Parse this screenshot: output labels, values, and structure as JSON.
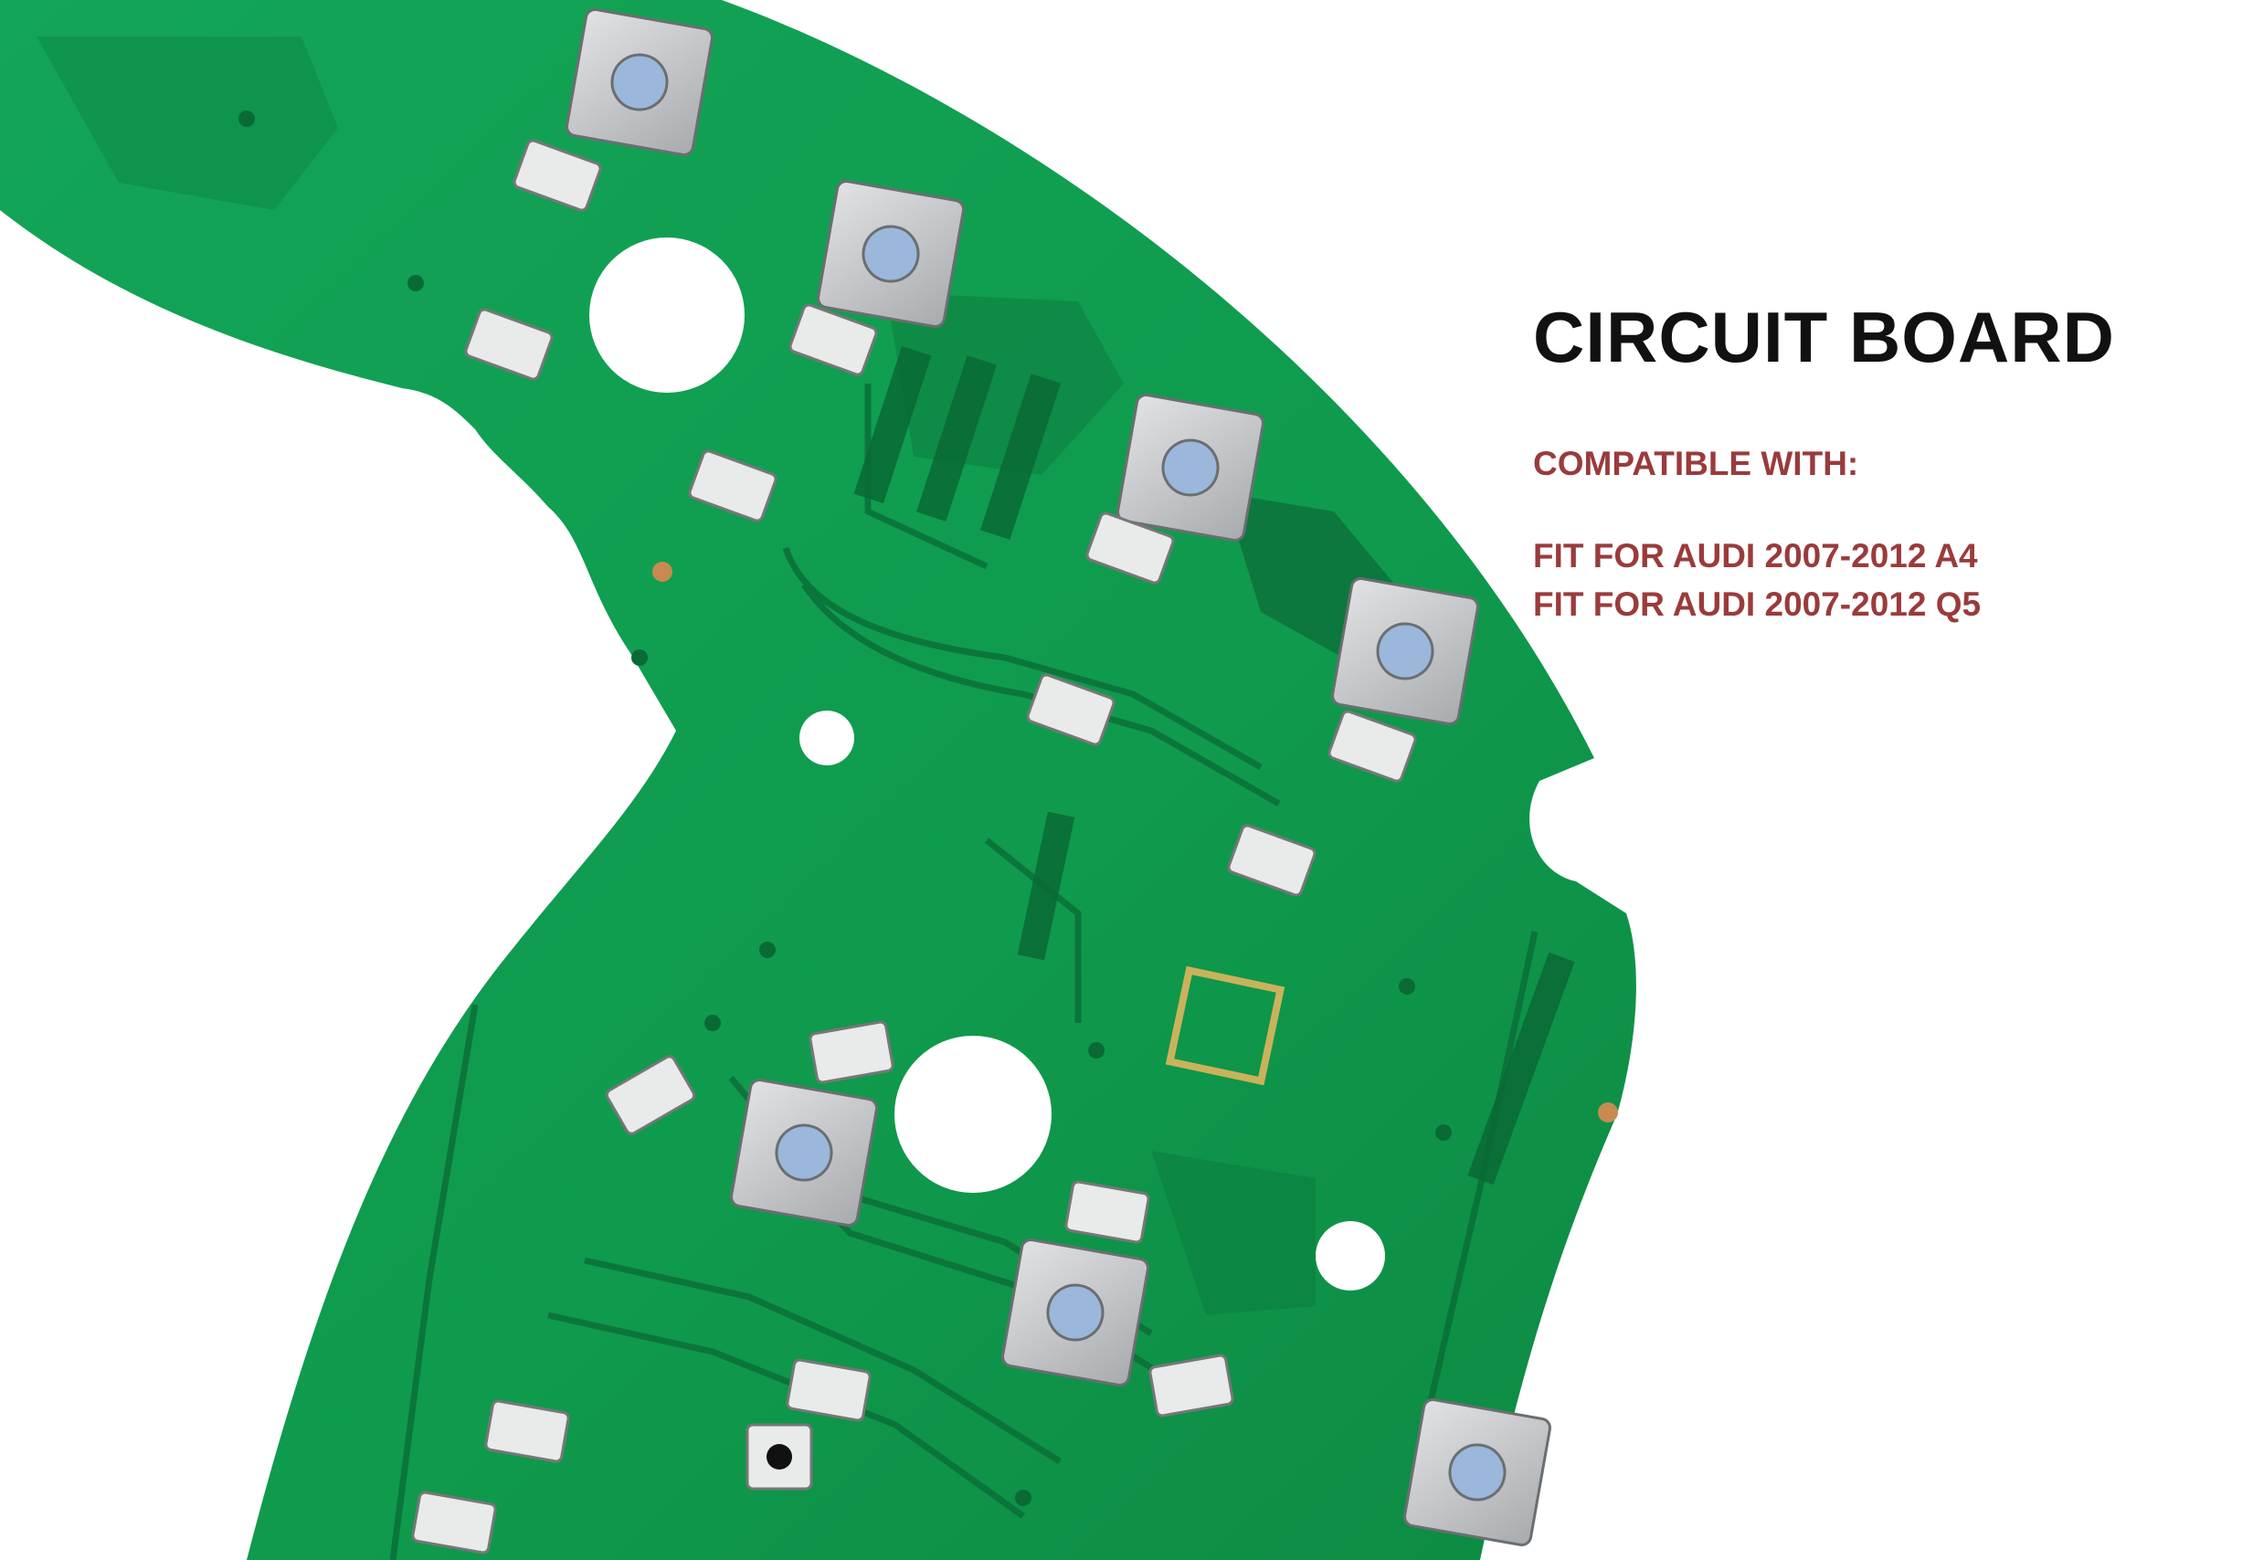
{
  "heading": "CIRCUIT BOARD",
  "compatible_label": "COMPATIBLE WITH:",
  "fit_items": [
    "FIT FOR AUDI 2007-2012 A4",
    "FIT FOR AUDI 2007-2012 Q5"
  ],
  "colors": {
    "heading": "#111111",
    "accent_text": "#9a3b3b",
    "board": "#0f9a4d",
    "board_dark": "#0b6b36",
    "component_silver": "#c9cbcd",
    "button_cap": "#9bb7db"
  },
  "icons": [
    "tactile-switch-icon",
    "smd-component-icon",
    "mounting-hole-icon"
  ]
}
